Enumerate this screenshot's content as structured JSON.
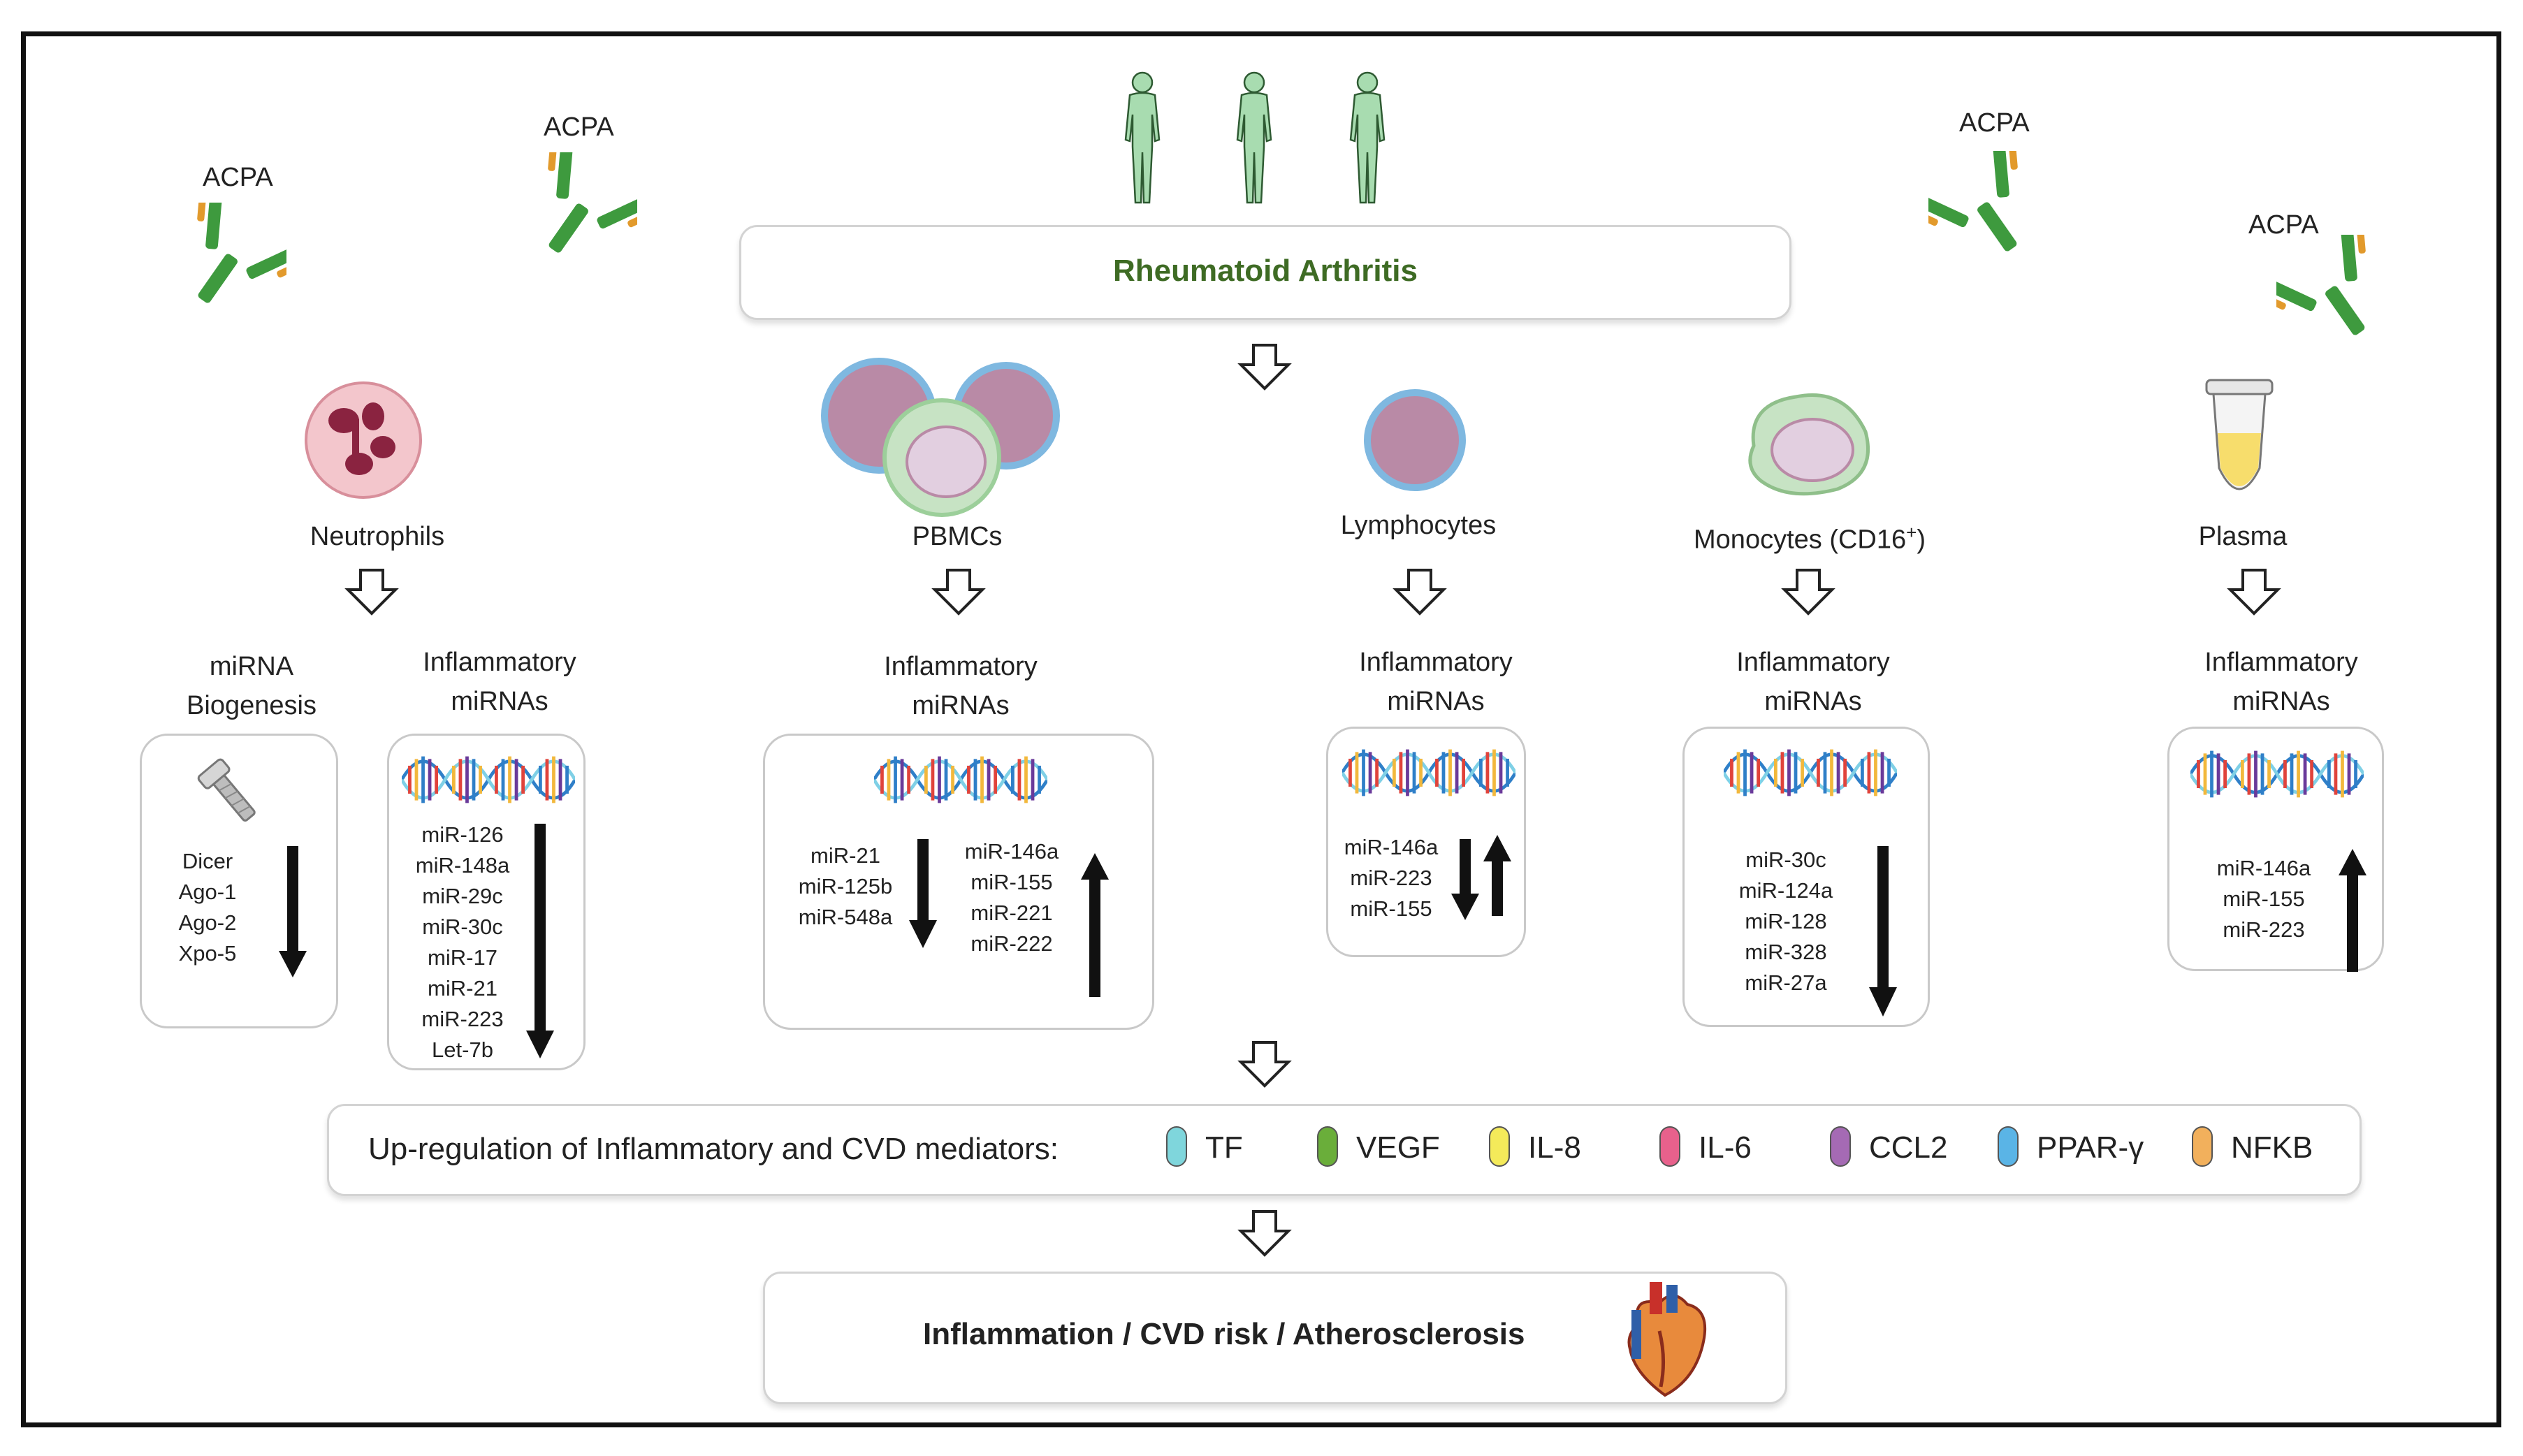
{
  "antibody_label": "ACPA",
  "top_box": {
    "title": "Rheumatoid Arthritis"
  },
  "cells": [
    {
      "name": "Neutrophils"
    },
    {
      "name": "PBMCs"
    },
    {
      "name": "Lymphocytes"
    },
    {
      "name": "Monocytes (CD16",
      "sup": "+",
      "suffix": ")"
    },
    {
      "name": "Plasma"
    }
  ],
  "neutrophils": {
    "biogenesis": {
      "heading": "miRNA Biogenesis",
      "items": [
        "Dicer",
        "Ago-1",
        "Ago-2",
        "Xpo-5"
      ],
      "direction": "down"
    },
    "inflammatory": {
      "heading": "Inflammatory miRNAs",
      "items": [
        "miR-126",
        "miR-148a",
        "miR-29c",
        "miR-30c",
        "miR-17",
        "miR-21",
        "miR-223",
        "Let-7b"
      ],
      "direction": "down"
    }
  },
  "pbmcs": {
    "heading": "Inflammatory miRNAs",
    "down_items": [
      "miR-21",
      "miR-125b",
      "miR-548a"
    ],
    "up_items": [
      "miR-146a",
      "miR-155",
      "miR-221",
      "miR-222"
    ]
  },
  "lymphocytes": {
    "heading": "Inflammatory miRNAs",
    "items": [
      "miR-146a",
      "miR-223",
      "miR-155"
    ],
    "direction": "down-up"
  },
  "monocytes": {
    "heading": "Inflammatory miRNAs",
    "items": [
      "miR-30c",
      "miR-124a",
      "miR-128",
      "miR-328",
      "miR-27a"
    ],
    "direction": "down"
  },
  "plasma": {
    "heading": "Inflammatory miRNAs",
    "items": [
      "miR-146a",
      "miR-155",
      "miR-223"
    ],
    "direction": "up"
  },
  "mediators": {
    "label": "Up-regulation of Inflammatory and CVD mediators:",
    "items": [
      {
        "name": "TF",
        "color": "#7fd6dc"
      },
      {
        "name": "VEGF",
        "color": "#6aae3a"
      },
      {
        "name": "IL-8",
        "color": "#f4ea5a"
      },
      {
        "name": "IL-6",
        "color": "#e8618c"
      },
      {
        "name": "CCL2",
        "color": "#a56ab4"
      },
      {
        "name": "PPAR-γ",
        "color": "#5ab4e6"
      },
      {
        "name": "NFKB",
        "color": "#f2b05c"
      }
    ]
  },
  "outcome": {
    "title": "Inflammation / CVD risk / Atherosclerosis"
  },
  "colors": {
    "ra_title": "#3e6b24",
    "human_fill": "#a8dcb0",
    "antibody_green": "#3e9a3e",
    "antibody_orange": "#e29a2c",
    "neutrophil_fill": "#f3c6cc",
    "nucleus": "#8a2340",
    "pbmc_inner": "#b98aa6",
    "pbmc_ring": "#7fb8e0",
    "monocyte_fill": "#c7e3c4",
    "plasma_fill": "#f7dd6c"
  }
}
